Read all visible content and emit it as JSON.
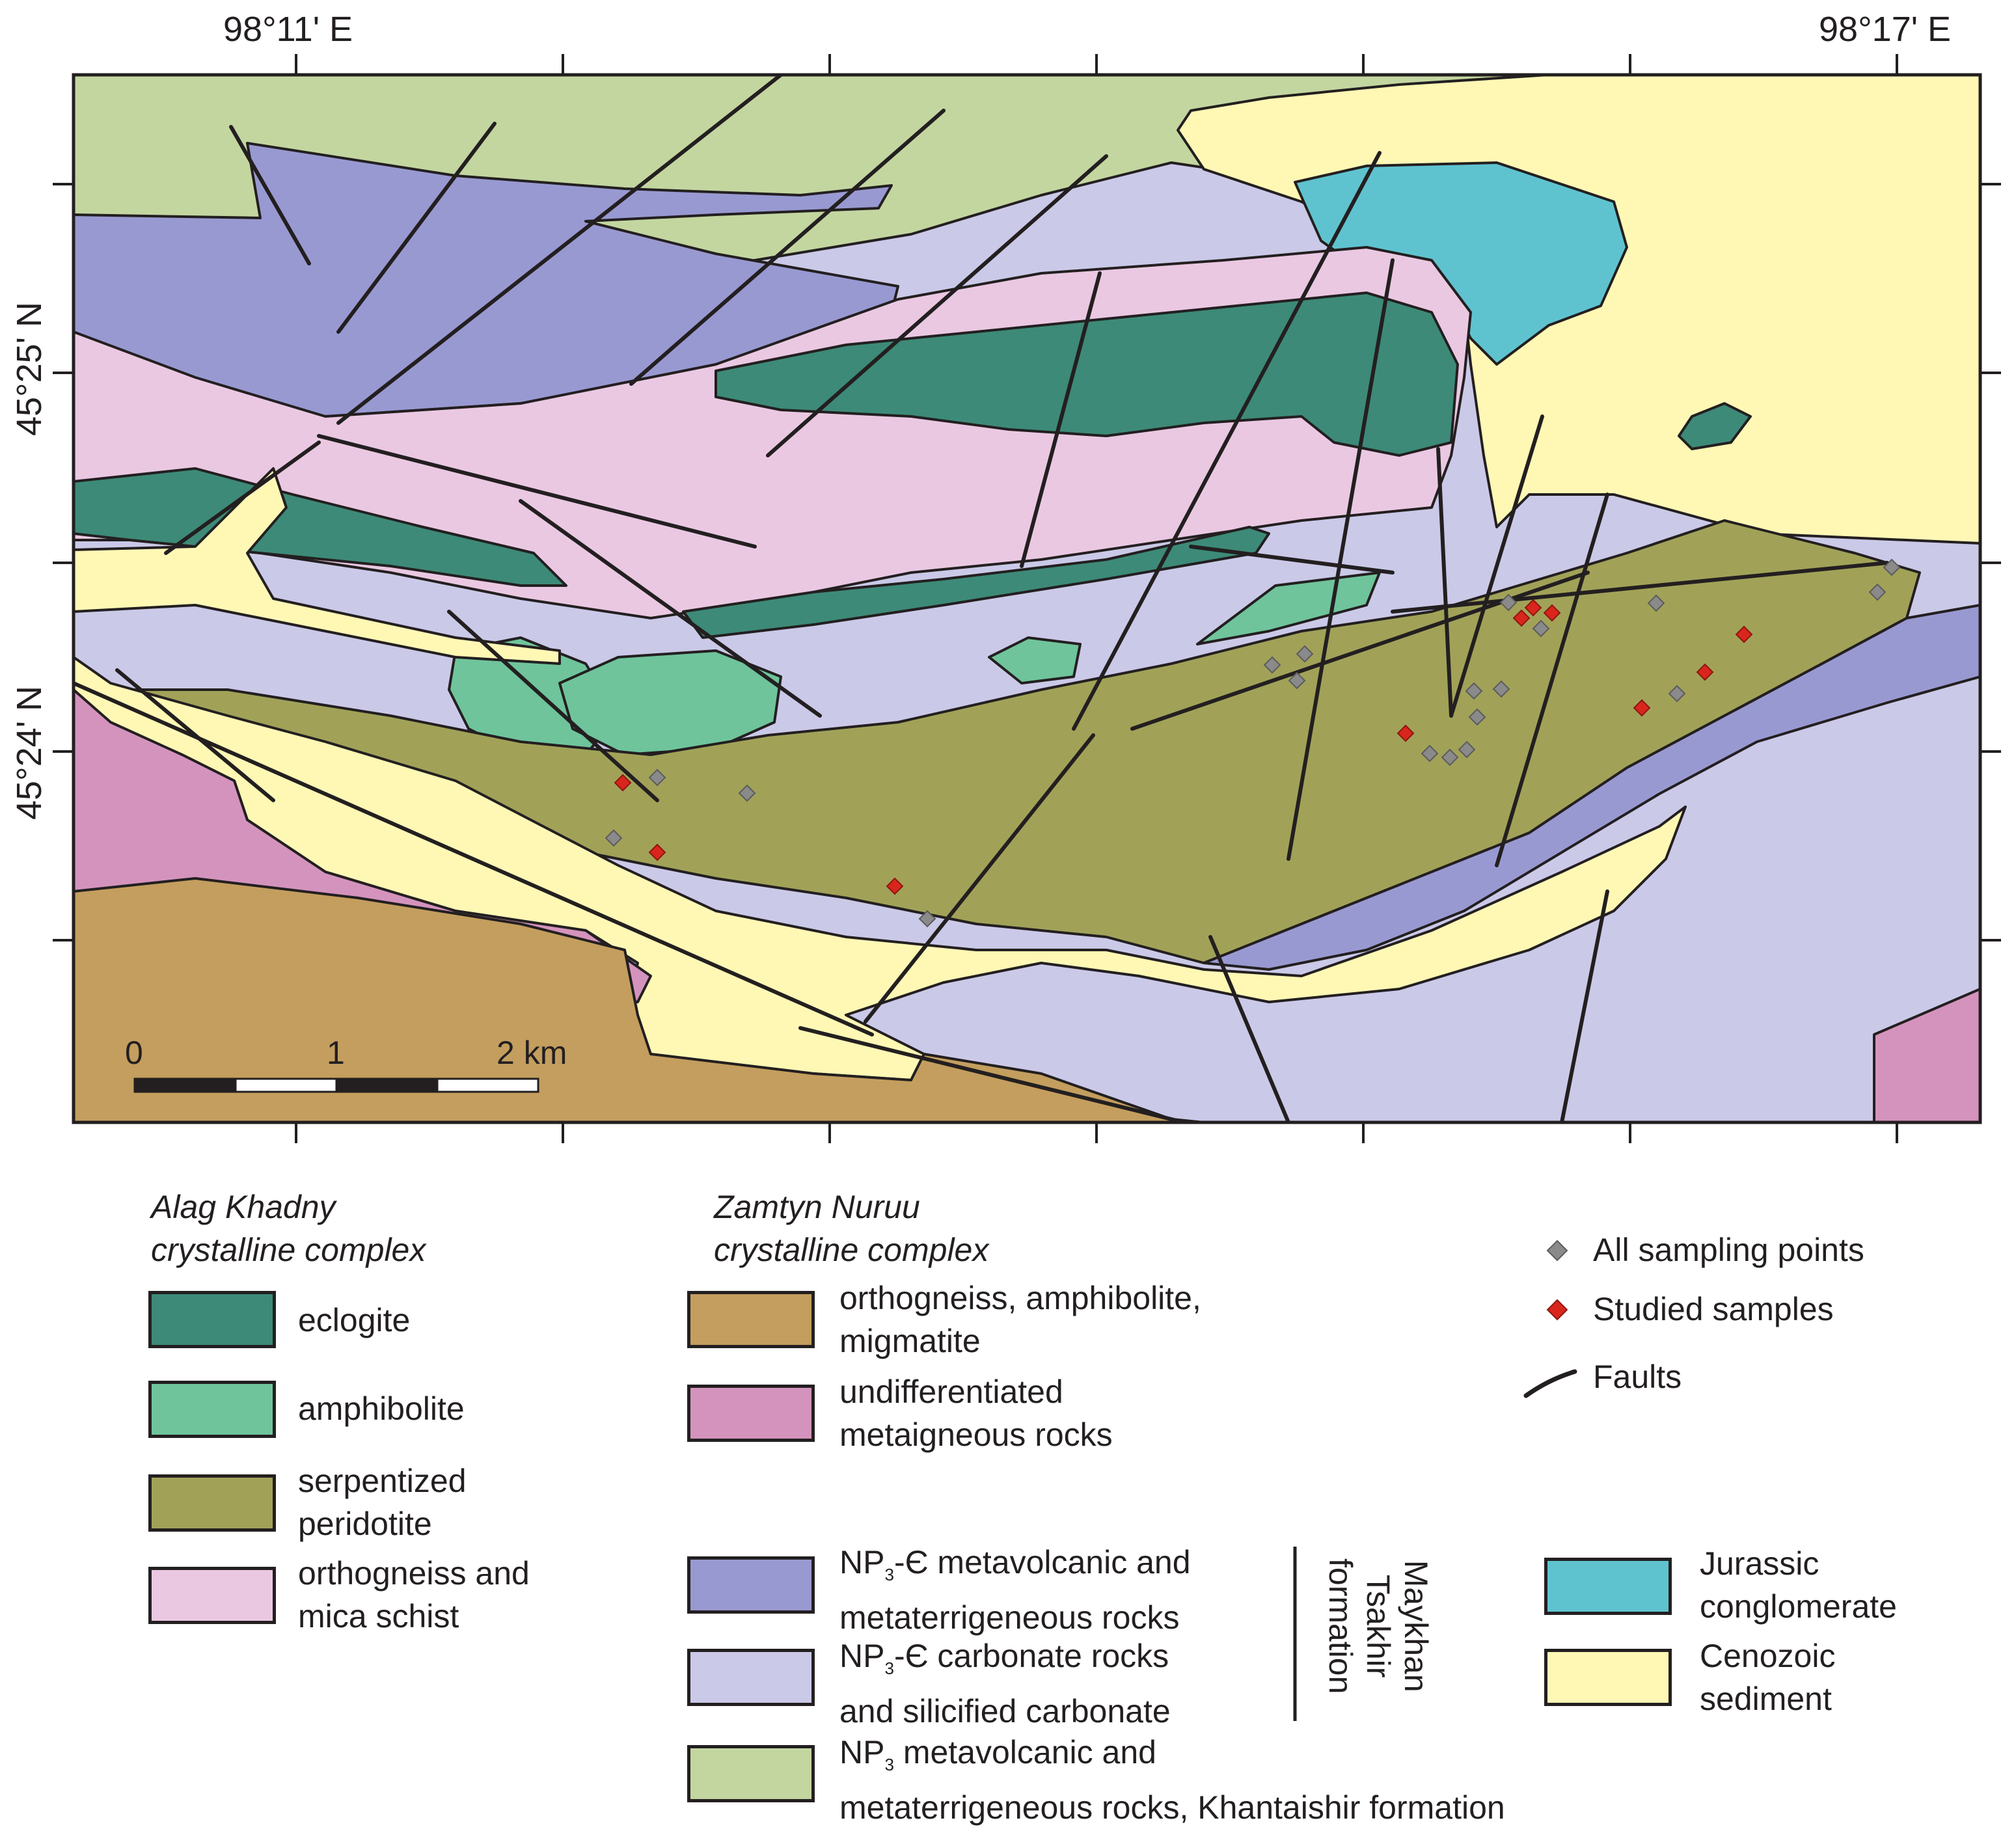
{
  "coordinates": {
    "lon_left": "98°11' E",
    "lon_right": "98°17' E",
    "lat_upper": "45°25' N",
    "lat_lower": "45°24' N"
  },
  "scale_bar": {
    "labels": [
      "0",
      "1",
      "2 km"
    ]
  },
  "legend": {
    "alag": {
      "title": "Alag Khadny\ncrystalline complex",
      "items": [
        {
          "label": "eclogite",
          "color": "#3d8a78"
        },
        {
          "label": "amphibolite",
          "color": "#6fc49c"
        },
        {
          "label": "serpentized\nperidotite",
          "color": "#a1a258"
        },
        {
          "label": "orthogneiss and\nmica schist",
          "color": "#eac8e2"
        }
      ]
    },
    "zamtyn": {
      "title": "Zamtyn Nuruu\ncrystalline complex",
      "items": [
        {
          "label": "orthogneiss, amphibolite,\nmigmatite",
          "color": "#c39e5e"
        },
        {
          "label": "undifferentiated\nmetaigneous rocks",
          "color": "#d493bd"
        }
      ]
    },
    "maykhan": {
      "formation": "Maykhan\nTsakhir\nformation",
      "items": [
        {
          "label_pre": "NP",
          "label_sub": "3",
          "label_post": "-Є metavolcanic and",
          "label_line2": "metaterrigeneous rocks",
          "color": "#9999d2"
        },
        {
          "label_pre": "NP",
          "label_sub": "3",
          "label_post": "-Є carbonate rocks",
          "label_line2": "and silicified carbonate",
          "color": "#cbc9e8"
        }
      ]
    },
    "khantaishir": {
      "label_pre": "NP",
      "label_sub": "3",
      "label_post": " metavolcanic and",
      "label_line2": "metaterrigeneous rocks, Khantaishir formation",
      "color": "#c3d6a0"
    },
    "other": [
      {
        "label": "Jurassic\nconglomerate",
        "color": "#5fc3cf"
      },
      {
        "label": "Cenozoic\nsediment",
        "color": "#fff8b5"
      }
    ],
    "symbols": [
      {
        "label": "All sampling points",
        "icon": "grey-diamond",
        "color": "#8a8a8a"
      },
      {
        "label": "Studied samples",
        "icon": "red-diamond",
        "color": "#d9261c"
      },
      {
        "label": "Faults",
        "icon": "fault-line",
        "color": "#231f20"
      }
    ]
  },
  "map_colors": {
    "outline": "#231f20",
    "grey_point": "#8a8a8a",
    "red_point": "#d9261c"
  }
}
